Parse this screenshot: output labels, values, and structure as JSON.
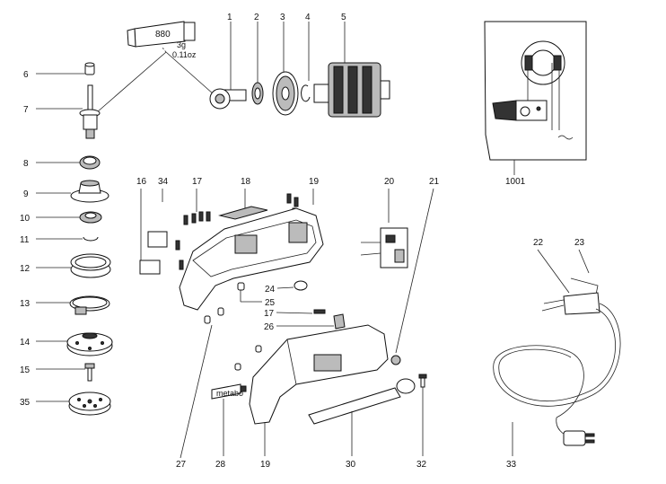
{
  "tube_label": "880",
  "grease_amount": "3g",
  "grease_amount_oz": "0.11oz",
  "brand_plate": "metabo",
  "labels": {
    "p1": "1",
    "p2": "2",
    "p3": "3",
    "p4": "4",
    "p5": "5",
    "p6": "6",
    "p7": "7",
    "p8": "8",
    "p9": "9",
    "p10": "10",
    "p11": "11",
    "p12": "12",
    "p13": "13",
    "p14": "14",
    "p15": "15",
    "p35": "35",
    "p16": "16",
    "p34": "34",
    "p17a": "17",
    "p18": "18",
    "p19a": "19",
    "p20": "20",
    "p21": "21",
    "p1001": "1001",
    "p22": "22",
    "p23": "23",
    "p24": "24",
    "p25": "25",
    "p17b": "17",
    "p26": "26",
    "p27": "27",
    "p28": "28",
    "p19b": "19",
    "p30": "30",
    "p32": "32",
    "p33": "33"
  }
}
